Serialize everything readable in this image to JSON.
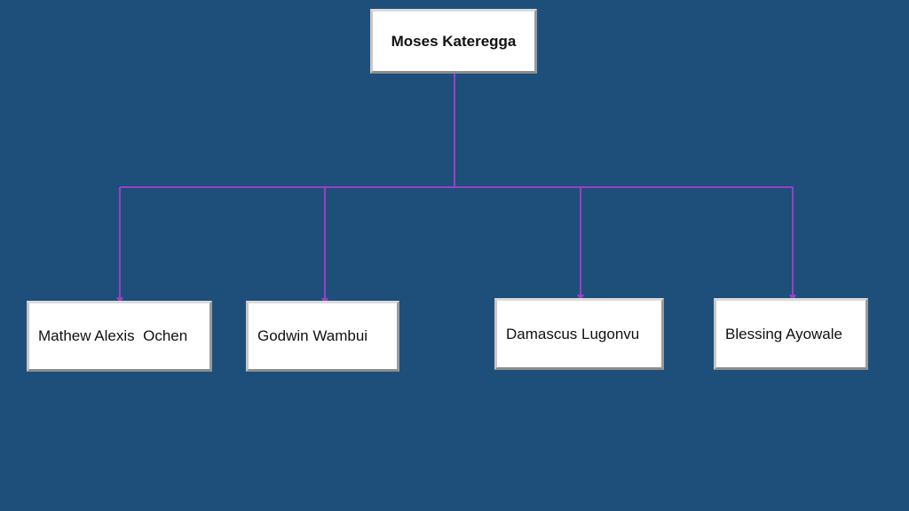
{
  "colors": {
    "background": "#1d4f7a",
    "connector": "#9b3fc4",
    "node_fill": "#ffffff"
  },
  "org_chart": {
    "root": {
      "name": "Moses Kateregga"
    },
    "children": [
      {
        "name": "Mathew Alexis  Ochen"
      },
      {
        "name": "Godwin Wambui"
      },
      {
        "name": "Damascus Lugonvu"
      },
      {
        "name": "Blessing Ayowale"
      }
    ]
  }
}
